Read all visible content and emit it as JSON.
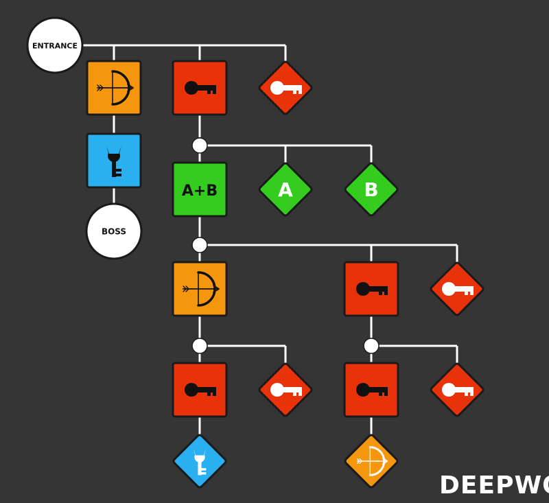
{
  "colors": {
    "background": "#353535",
    "line": "#ffffff",
    "outline": "#1a1a1a",
    "orange": "#f5960f",
    "red": "#e8320a",
    "blue": "#2ab0f0",
    "green": "#33cc1f",
    "white": "#ffffff",
    "dark": "#111111"
  },
  "diagram": {
    "nodes": [
      {
        "id": "entrance",
        "shape": "circle",
        "label": "ENTRANCE"
      },
      {
        "id": "boss",
        "shape": "circle",
        "label": "BOSS"
      },
      {
        "id": "bow-room-1",
        "shape": "square",
        "color": "orange",
        "icon": "bow-icon"
      },
      {
        "id": "boss-key-room",
        "shape": "square",
        "color": "blue",
        "icon": "boss-key-icon"
      },
      {
        "id": "lock-1",
        "shape": "square",
        "color": "red",
        "icon": "key-icon"
      },
      {
        "id": "key-1",
        "shape": "diamond",
        "color": "red",
        "icon": "key-icon"
      },
      {
        "id": "lock-ab",
        "shape": "square",
        "color": "green",
        "label": "A+B"
      },
      {
        "id": "switch-a",
        "shape": "diamond",
        "color": "green",
        "label": "A"
      },
      {
        "id": "switch-b",
        "shape": "diamond",
        "color": "green",
        "label": "B"
      },
      {
        "id": "bow-room-2",
        "shape": "square",
        "color": "orange",
        "icon": "bow-icon"
      },
      {
        "id": "lock-2",
        "shape": "square",
        "color": "red",
        "icon": "key-icon"
      },
      {
        "id": "key-2",
        "shape": "diamond",
        "color": "red",
        "icon": "key-icon"
      },
      {
        "id": "lock-3",
        "shape": "square",
        "color": "red",
        "icon": "key-icon"
      },
      {
        "id": "key-3",
        "shape": "diamond",
        "color": "red",
        "icon": "key-icon"
      },
      {
        "id": "lock-4",
        "shape": "square",
        "color": "red",
        "icon": "key-icon"
      },
      {
        "id": "key-4",
        "shape": "diamond",
        "color": "red",
        "icon": "key-icon"
      },
      {
        "id": "boss-key",
        "shape": "diamond",
        "color": "blue",
        "icon": "boss-key-icon"
      },
      {
        "id": "bow",
        "shape": "diamond",
        "color": "orange",
        "icon": "bow-icon"
      }
    ]
  },
  "watermark": "DEEPWO"
}
